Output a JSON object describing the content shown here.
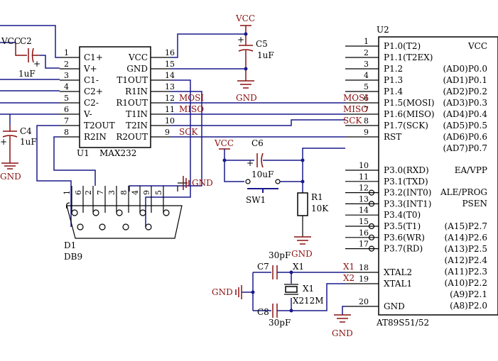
{
  "colors": {
    "wire": "#1a1a8c",
    "part": "#8b1010",
    "text": "#000000",
    "background": "#ffffff"
  },
  "u1": {
    "designator": "U1",
    "part": "MAX232",
    "left_pins": [
      {
        "num": "1",
        "name": "C1+"
      },
      {
        "num": "2",
        "name": "V+"
      },
      {
        "num": "3",
        "name": "C1-"
      },
      {
        "num": "4",
        "name": "C2+"
      },
      {
        "num": "5",
        "name": "C2-"
      },
      {
        "num": "6",
        "name": "V-"
      },
      {
        "num": "7",
        "name": "T2OUT"
      },
      {
        "num": "8",
        "name": "R2IN"
      }
    ],
    "right_pins": [
      {
        "num": "16",
        "name": "VCC"
      },
      {
        "num": "15",
        "name": "GND"
      },
      {
        "num": "14",
        "name": "T1OUT"
      },
      {
        "num": "13",
        "name": "R1IN"
      },
      {
        "num": "12",
        "name": "R1OUT"
      },
      {
        "num": "11",
        "name": "T1IN"
      },
      {
        "num": "10",
        "name": "T2IN"
      },
      {
        "num": "9",
        "name": "R2OUT"
      }
    ]
  },
  "u2": {
    "designator": "U2",
    "part": "AT89S51/52",
    "left_pins": [
      {
        "num": "1",
        "name": "P1.0(T2)"
      },
      {
        "num": "2",
        "name": "P1.1(T2EX)"
      },
      {
        "num": "3",
        "name": "P1.2"
      },
      {
        "num": "4",
        "name": "P1.3"
      },
      {
        "num": "5",
        "name": "P1.4"
      },
      {
        "num": "6",
        "name": "P1.5(MOSI)"
      },
      {
        "num": "7",
        "name": "P1.6(MISO)"
      },
      {
        "num": "8",
        "name": "P1.7(SCK)"
      },
      {
        "num": "9",
        "name": "RST"
      },
      {
        "num": "10",
        "name": "P3.0(RXD)"
      },
      {
        "num": "11",
        "name": "P3.1(TXD)"
      },
      {
        "num": "12",
        "name": "P3.2(INT0)"
      },
      {
        "num": "13",
        "name": "P3.3(INT1)"
      },
      {
        "num": "14",
        "name": "P3.4(T0)"
      },
      {
        "num": "15",
        "name": "P3.5(T1)"
      },
      {
        "num": "16",
        "name": "P3.6(WR)"
      },
      {
        "num": "17",
        "name": "P3.7(RD)"
      },
      {
        "num": "18",
        "name": "XTAL2"
      },
      {
        "num": "19",
        "name": "XTAL1"
      },
      {
        "num": "20",
        "name": "GND"
      }
    ],
    "right_labels": [
      "VCC",
      "(AD0)P0.0",
      "(AD1)P0.1",
      "(AD2)P0.2",
      "(AD3)P0.3",
      "(AD4)P0.4",
      "(AD5)P0.5",
      "(AD6)P0.6",
      "(AD7)P0.7",
      "EA/VPP",
      "ALE/PROG",
      "PSEN",
      "(A15)P2.7",
      "(A14)P2.6",
      "(A13)P2.5",
      "(A12)P2.4",
      "(A11)P2.3",
      "(A10)P2.2",
      "(A9)P2.1",
      "(A8)P2.0"
    ]
  },
  "d1": {
    "designator": "D1",
    "part": "DB9",
    "top_pins": [
      "1",
      "6",
      "2",
      "7",
      "3",
      "8",
      "4",
      "9",
      "5"
    ]
  },
  "caps": {
    "c2": {
      "designator": "C2",
      "value": "1uF"
    },
    "c4": {
      "designator": "C4",
      "value": "1uF"
    },
    "c5": {
      "designator": "C5",
      "value": "1uF"
    },
    "c6": {
      "designator": "C6",
      "value": "10uF"
    },
    "c7": {
      "designator": "C7",
      "value": "30pF"
    },
    "c8": {
      "designator": "C8",
      "value": "30pF"
    }
  },
  "r1": {
    "designator": "R1",
    "value": "10K"
  },
  "sw1": {
    "designator": "SW1"
  },
  "x1": {
    "designator": "X1",
    "freq": "12M",
    "net1": "X1",
    "net2": "X2"
  },
  "power": {
    "vcc": "VCC",
    "gnd": "GND"
  },
  "nets": {
    "mosi": "MOSI",
    "miso": "MISO",
    "sck": "SCK"
  }
}
